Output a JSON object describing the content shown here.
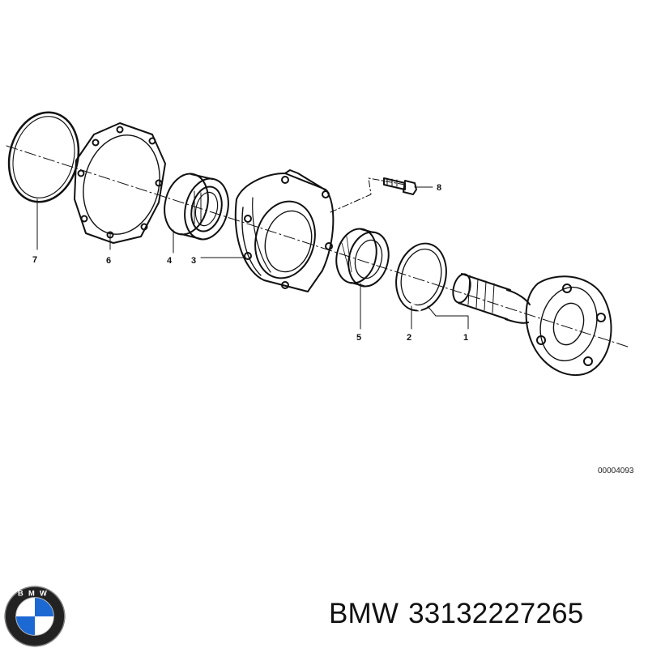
{
  "diagram": {
    "callouts": [
      "1",
      "2",
      "3",
      "4",
      "5",
      "6",
      "7",
      "8"
    ],
    "drawing_code": "00004093"
  },
  "caption": {
    "brand": "BMW",
    "part_number": "33132227265"
  },
  "logo": {
    "letters": "BMW",
    "colors": {
      "blue": "#1c69d4",
      "white": "#ffffff",
      "ring": "#111111"
    }
  }
}
